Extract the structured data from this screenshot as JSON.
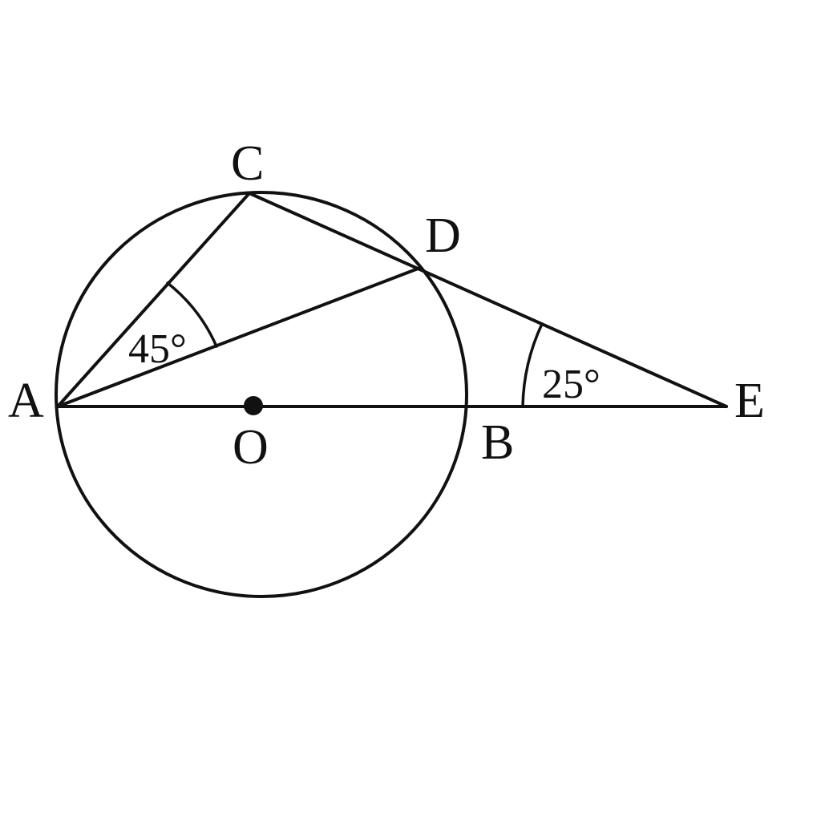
{
  "diagram": {
    "points": {
      "A": "A",
      "B": "B",
      "C": "C",
      "D": "D",
      "E": "E",
      "O": "O"
    },
    "angles": {
      "angle_at_A": "45°",
      "angle_at_E": "25°"
    },
    "colors": {
      "ink": "#111111",
      "background": "#ffffff"
    }
  }
}
